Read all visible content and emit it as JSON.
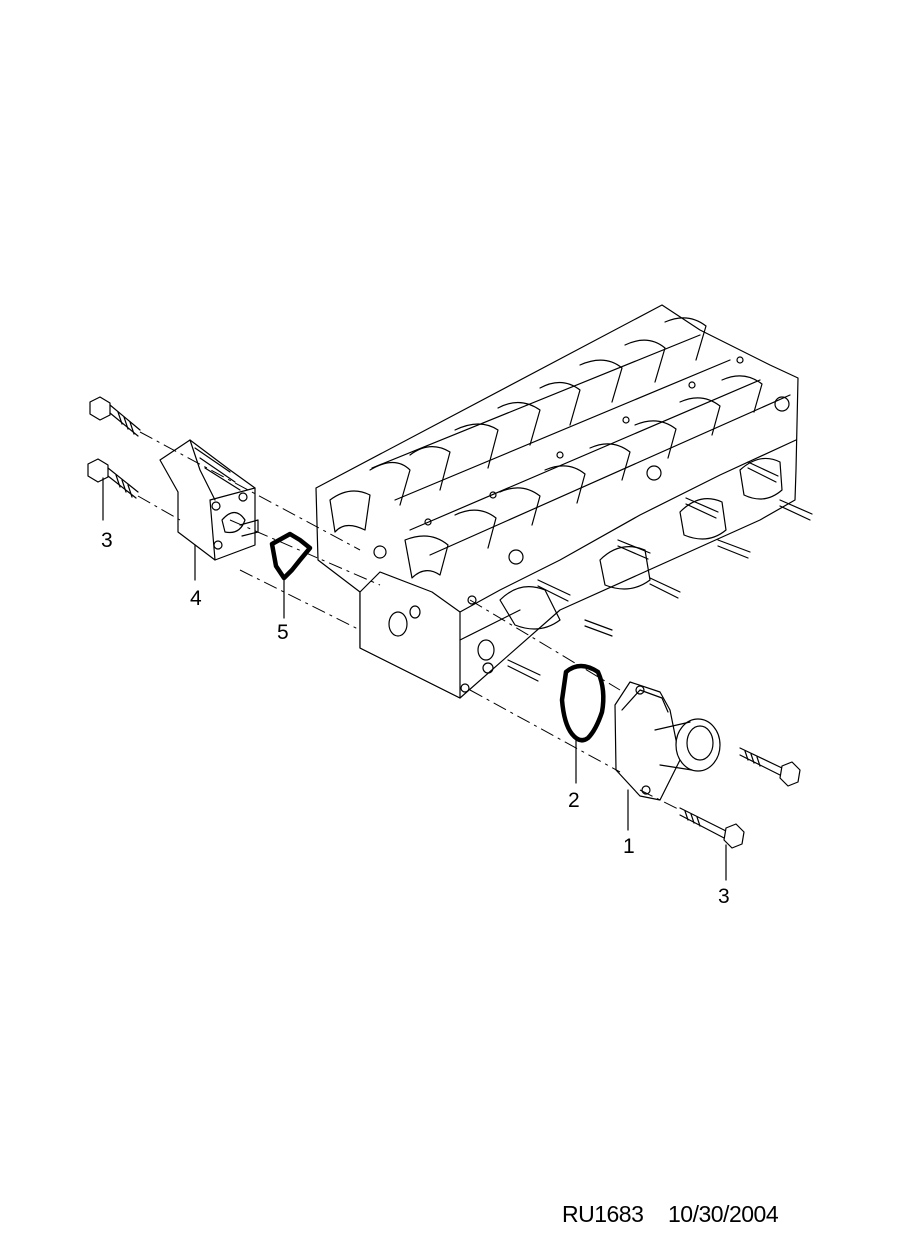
{
  "diagram": {
    "callouts": [
      {
        "id": "c1",
        "label": "1"
      },
      {
        "id": "c2",
        "label": "2"
      },
      {
        "id": "c3a",
        "label": "3"
      },
      {
        "id": "c3b",
        "label": "3"
      },
      {
        "id": "c4",
        "label": "4"
      },
      {
        "id": "c5",
        "label": "5"
      }
    ],
    "footer": {
      "code": "RU1683",
      "date": "10/30/2004"
    }
  }
}
